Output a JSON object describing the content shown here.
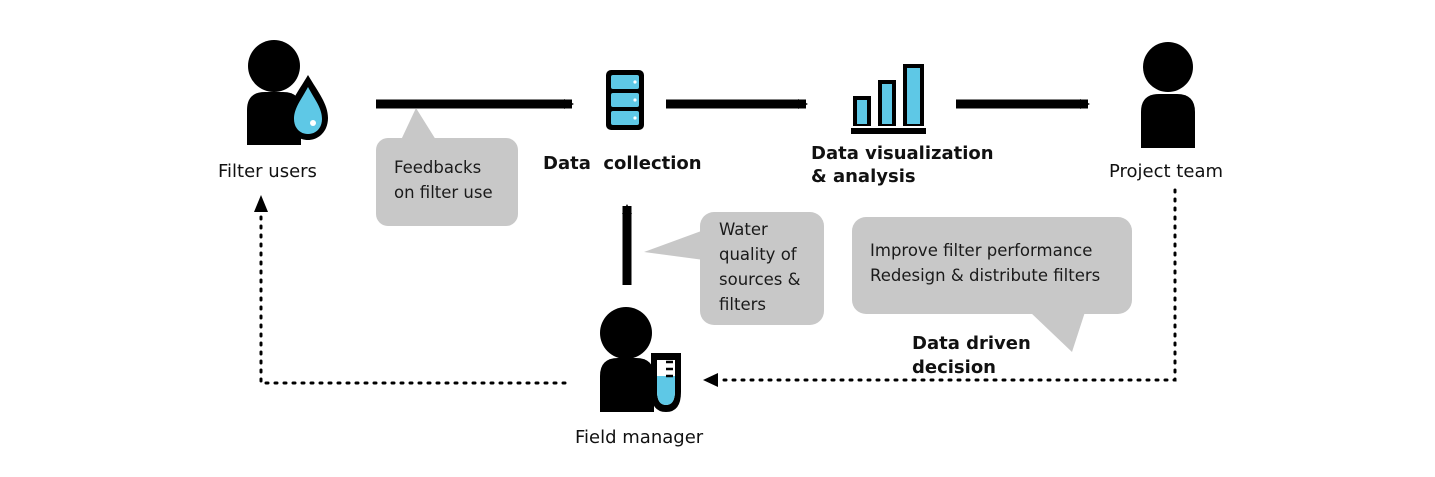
{
  "nodes": {
    "filter_users": "Filter users",
    "data_collection": "Data  collection",
    "data_visualization": "Data visualization\n& analysis",
    "project_team": "Project team",
    "field_manager": "Field manager"
  },
  "bubbles": {
    "feedbacks": "Feedbacks\non filter use",
    "water_quality": "Water\nquality of\nsources &\nfilters",
    "improve": "Improve filter performance\nRedesign & distribute filters"
  },
  "decision_label": "Data driven\ndecision",
  "colors": {
    "ink": "#000000",
    "accent": "#5ec8e6",
    "bubble": "#c8c8c8"
  }
}
